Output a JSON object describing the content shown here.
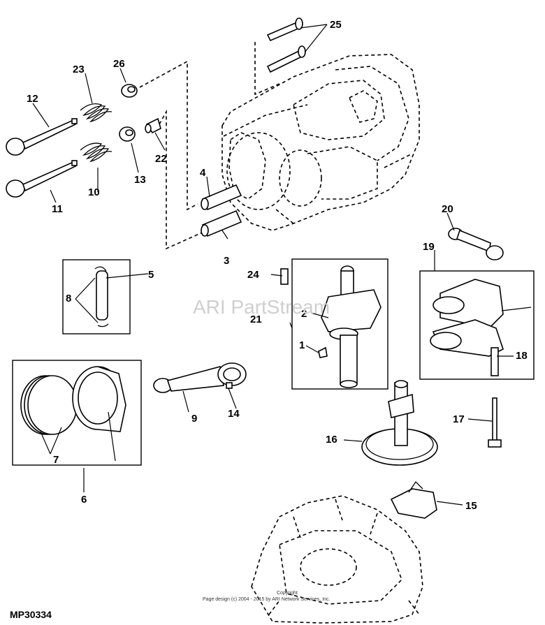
{
  "watermark": "ARI PartStream",
  "diagram_code": "MP30334",
  "copyright_line1": "Copyright",
  "copyright_line2": "Page design (c) 2004 - 2015 by ARI Network Services, Inc.",
  "callouts": {
    "c1": "1",
    "c2": "2",
    "c3": "3",
    "c4": "4",
    "c5": "5",
    "c6": "6",
    "c7": "7",
    "c8": "8",
    "c9": "9",
    "c10": "10",
    "c11": "11",
    "c12": "12",
    "c13": "13",
    "c14": "14",
    "c15": "15",
    "c16": "16",
    "c17": "17",
    "c18": "18",
    "c19": "19",
    "c20": "20",
    "c21": "21",
    "c22": "22",
    "c23": "23",
    "c24": "24",
    "c25": "25",
    "c26": "26"
  }
}
